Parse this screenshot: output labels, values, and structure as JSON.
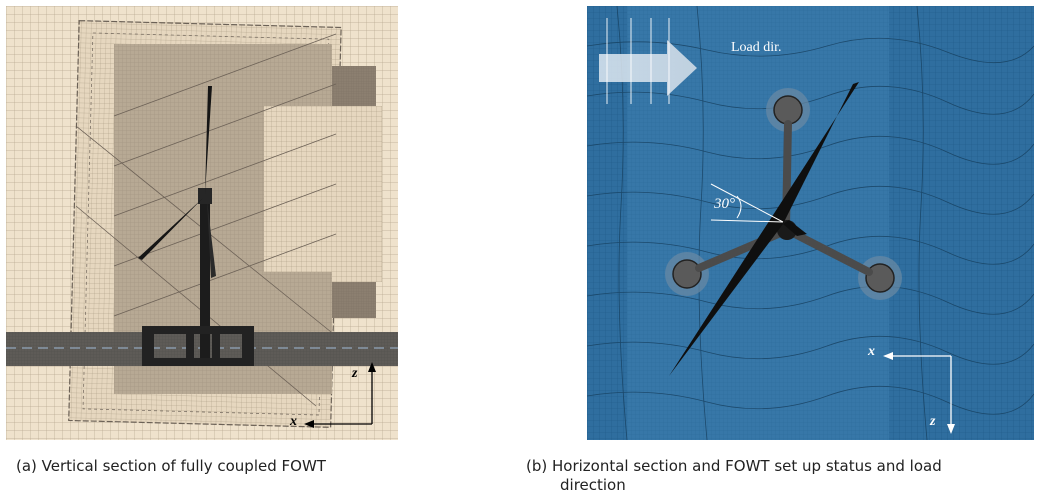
{
  "figure": {
    "panel_a": {
      "caption": "(a) Vertical section of fully coupled FOWT",
      "axis_x_label": "x",
      "axis_z_label": "z"
    },
    "panel_b": {
      "caption": "(b) Horizontal section and FOWT set up status and load",
      "caption_line2": "direction",
      "load_label": "Load dir.",
      "angle_label": "30°",
      "axis_x_label": "x",
      "axis_z_label": "z"
    },
    "colors": {
      "mesh_background": "#efe2cc",
      "mesh_line": "#a99a86",
      "mesh_refined": "#8a7d6e",
      "water_band": "#5c5a57",
      "turbine": "#1b1b1b",
      "sea_blue": "#2f6e9f",
      "sea_blue_light": "#5b8fb8",
      "sea_blue_dark": "#1f5a88"
    }
  }
}
